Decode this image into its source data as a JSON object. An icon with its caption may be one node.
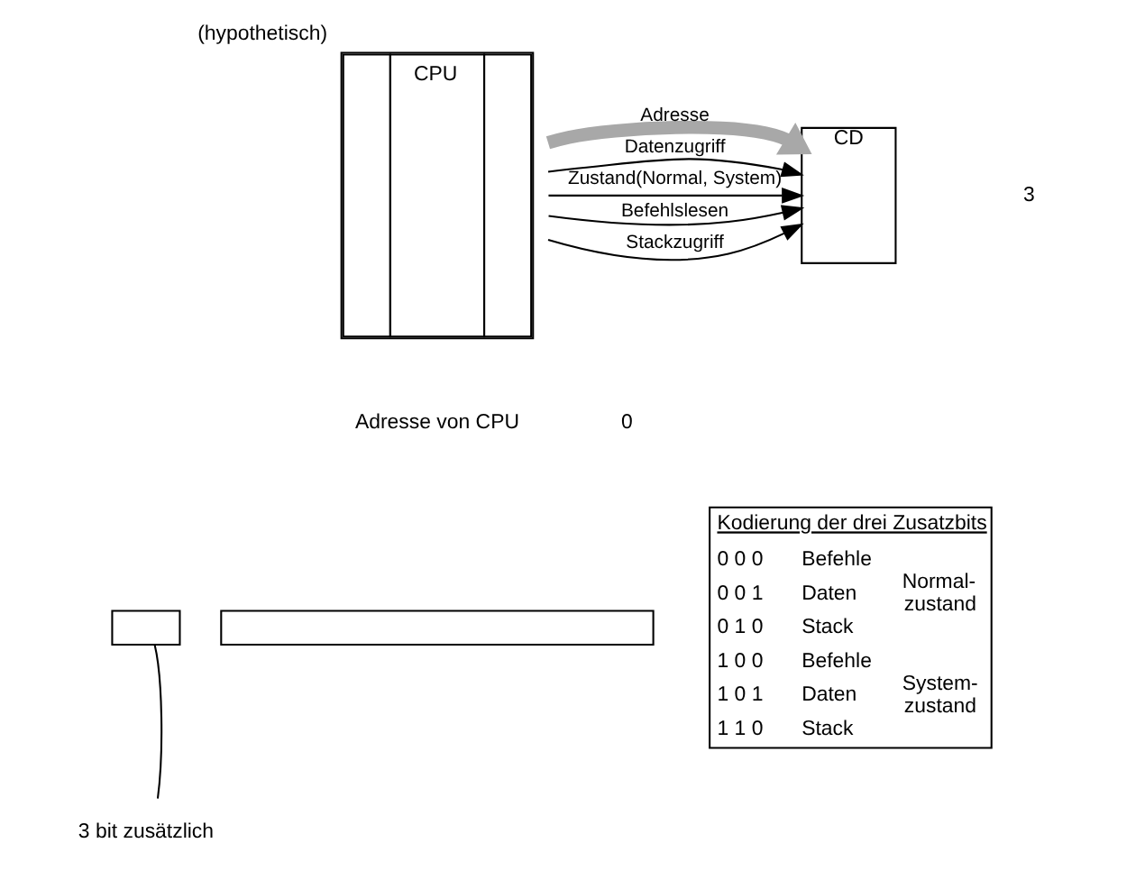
{
  "diagram": {
    "nodes": [
      {
        "text": [
          "CPU"
        ],
        "beside": [
          "(hypothetisch)"
        ]
      },
      {
        "text": [
          "CD"
        ]
      },
      {
        "text": [
          "3 bit zusätzlich"
        ]
      },
      {
        "text": [],
        "shape": "box"
      },
      {
        "text": [],
        "shape": "box"
      }
    ],
    "edges": [
      {
        "from": 0,
        "to": 1,
        "arrow": "to",
        "label": "Adresse",
        "style": "thick",
        "color": "#a8a8a8"
      },
      {
        "from": 0,
        "to": 1,
        "arrow": "to",
        "label": "Befehlslesen"
      },
      {
        "from": 0,
        "to": 1,
        "arrow": "to",
        "label": "Stackzugriff"
      },
      {
        "from": 0,
        "to": 1,
        "arrow": "to",
        "label": "Datenzugriff"
      },
      {
        "from": 0,
        "to": 1,
        "arrow": "to",
        "label": "Zustand(Normal, System)"
      },
      {
        "from": 2,
        "to": 3,
        "arrow": "none"
      }
    ],
    "labels": [
      "3",
      "Kodierung der drei Zusatzbits",
      "Adresse von CPU",
      "0",
      "0 0 0",
      "Befehle",
      "Normal- zustand",
      "0 0 1",
      "Daten",
      "0 1 0",
      "Stack",
      "1 0 0",
      "Befehle",
      "System- zustand",
      "1 0 1",
      "Daten",
      "1 1 0",
      "Stack"
    ]
  }
}
